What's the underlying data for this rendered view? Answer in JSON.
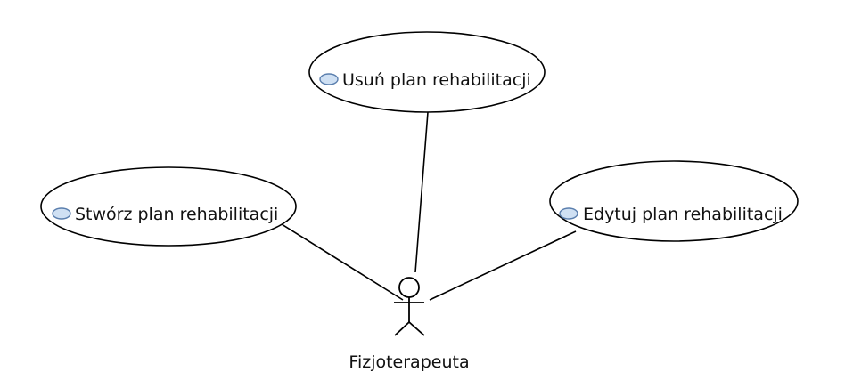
{
  "diagram": {
    "actor": {
      "name": "Fizjoterapeuta",
      "icon": "stick-figure-actor-icon"
    },
    "use_cases": [
      {
        "label": "Usuń plan rehabilitacji",
        "icon": "use-case-icon"
      },
      {
        "label": "Stwórz plan rehabilitacji",
        "icon": "use-case-icon"
      },
      {
        "label": "Edytuj plan rehabilitacji",
        "icon": "use-case-icon"
      }
    ],
    "colors": {
      "stroke": "#000000",
      "use_case_icon_fill": "#cfe0f3",
      "use_case_icon_stroke": "#5b7fae"
    }
  }
}
